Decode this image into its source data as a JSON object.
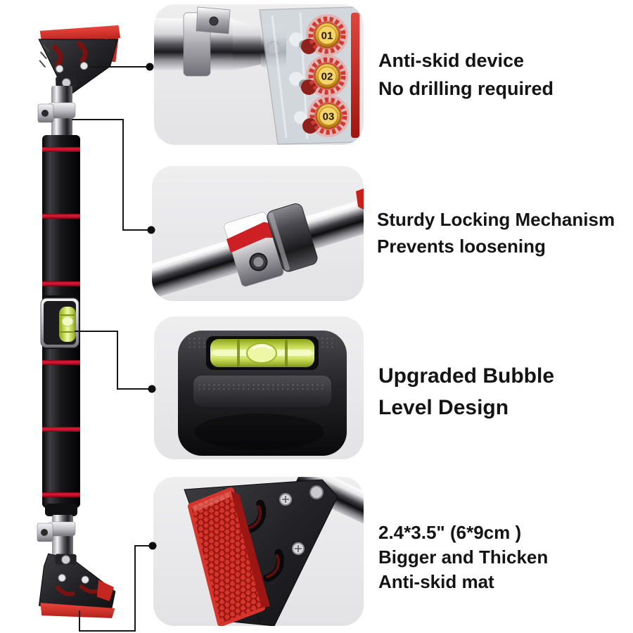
{
  "subject": "doorway pull-up bar product infographic",
  "accent_colors": {
    "red": "#d6352b",
    "badge_gold": "#f0c452",
    "level_green": "#cde35f",
    "foam_black": "#0d0d0f",
    "panel_gray": "#e9e9eb"
  },
  "callouts": [
    {
      "id": "anti-skid-device",
      "badges": [
        "01",
        "02",
        "03"
      ],
      "lines": [
        "Anti-skid device",
        "No drilling required"
      ]
    },
    {
      "id": "locking-mechanism",
      "lines": [
        "Sturdy Locking Mechanism",
        "Prevents loosening"
      ]
    },
    {
      "id": "bubble-level",
      "lines": [
        "Upgraded Bubble",
        "Level Design"
      ]
    },
    {
      "id": "anti-skid-mat",
      "lines": [
        "2.4*3.5\" (6*9cm )",
        "Bigger and Thicken",
        "Anti-skid mat"
      ]
    }
  ]
}
